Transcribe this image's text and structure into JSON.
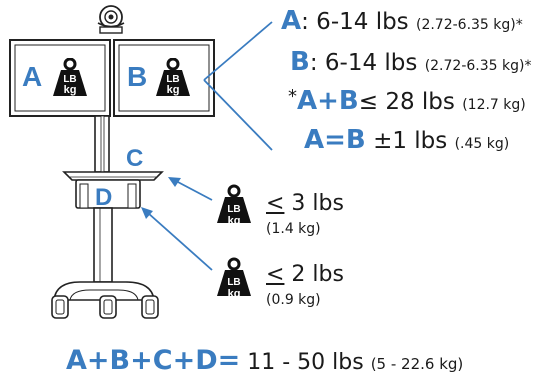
{
  "colors": {
    "accent": "#3a7cc0",
    "ink": "#1a1a1a"
  },
  "weight_icon": {
    "name": "lb-kg-weight-icon",
    "top_text": "LB",
    "bottom_text": "kg"
  },
  "cart_labels": {
    "a": "A",
    "b": "B",
    "c": "C",
    "d": "D"
  },
  "specs": {
    "a": {
      "letter": "A",
      "range": ": 6-14 lbs",
      "metric": "(2.72-6.35 kg)*"
    },
    "b": {
      "letter": "B",
      "range": ": 6-14 lbs",
      "metric": "(2.72-6.35 kg)*"
    },
    "sum": {
      "star": "*",
      "a": "A",
      "plus": "+",
      "b": "B",
      "rest": "≤ 28 lbs",
      "metric": "(12.7 kg)"
    },
    "equal": {
      "a": "A",
      "eq": "=",
      "b": "B",
      "rest": "±1 lbs",
      "metric": "(.45 kg)"
    }
  },
  "accessories": {
    "c": {
      "cmp": "<",
      "value": " 3 lbs",
      "metric": "(1.4 kg)"
    },
    "d": {
      "cmp": "<",
      "value": " 2 lbs",
      "metric": "(0.9 kg)"
    }
  },
  "total": {
    "a": "A",
    "p1": "+",
    "b": "B",
    "p2": "+",
    "c": "C",
    "p3": "+",
    "d": "D",
    "eq": "=",
    "range": " 11 - 50 lbs",
    "metric": "(5 - 22.6 kg)"
  }
}
